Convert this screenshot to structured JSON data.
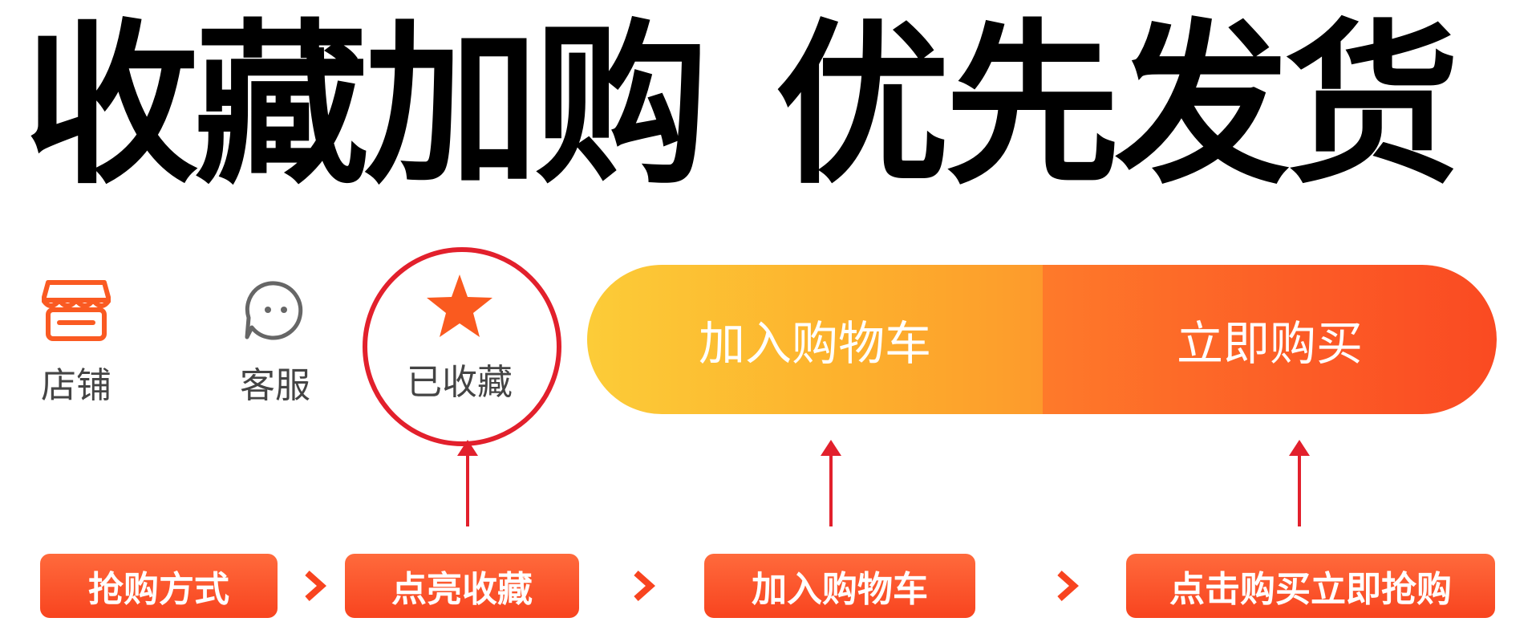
{
  "headline": {
    "part_a": "收藏加购",
    "part_b": "优先发货"
  },
  "bottom_bar": {
    "store_label": "店铺",
    "service_label": "客服",
    "favorite_label": "已收藏",
    "add_to_cart_label": "加入购物车",
    "buy_now_label": "立即购买"
  },
  "steps": {
    "step1": "抢购方式",
    "step2": "点亮收藏",
    "step3": "加入购物车",
    "step4": "点击购买立即抢购"
  },
  "icons": {
    "store": "store-icon",
    "service": "chat-bubble-icon",
    "favorite": "star-icon",
    "chevron": "chevron-right-icon",
    "arrow": "arrow-up-icon"
  },
  "colors": {
    "accent_red": "#e2202c",
    "star_orange": "#fa5a1f",
    "store_orange": "#fa5a22",
    "cart_start": "#fccc38",
    "buy_end": "#fa4a22",
    "step_bg": "#f8441f"
  }
}
